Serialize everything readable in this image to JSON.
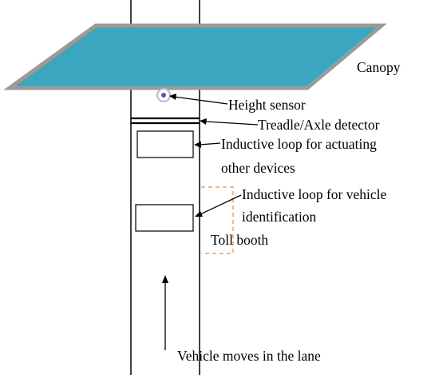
{
  "labels": {
    "canopy": "Canopy",
    "height_sensor": "Height sensor",
    "treadle": "Treadle/Axle detector",
    "loop_actuating_line1": "Inductive loop for actuating",
    "loop_actuating_line2": "other devices",
    "loop_vehicle_line1": "Inductive loop for vehicle",
    "loop_vehicle_line2": "identification",
    "toll_booth": "Toll booth",
    "vehicle_moves": "Vehicle moves in the lane"
  },
  "colors": {
    "canopy_fill": "#3aa6c0",
    "canopy_stroke": "#9a9a9a",
    "toll_booth_dash": "#f0a060",
    "sensor_ring": "#b8b8cc",
    "sensor_dot": "#7d3fb0",
    "line": "#000000"
  }
}
